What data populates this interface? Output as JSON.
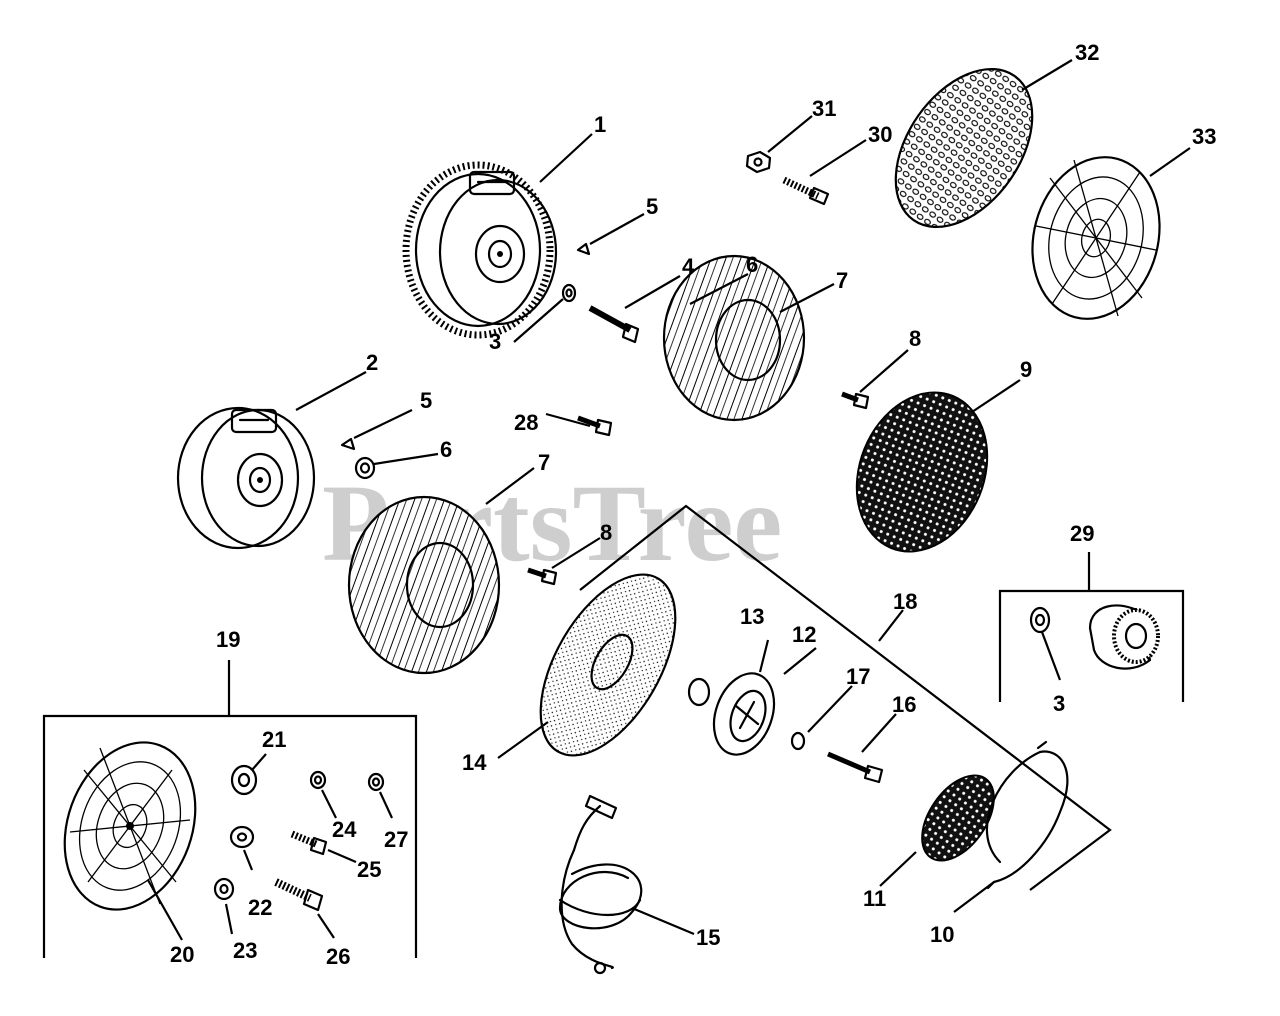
{
  "watermark": "PartsTree",
  "callouts": {
    "p1": "1",
    "p2": "2",
    "p3a": "3",
    "p3b": "3",
    "p4": "4",
    "p5a": "5",
    "p5b": "5",
    "p6a": "6",
    "p6b": "6",
    "p7a": "7",
    "p7b": "7",
    "p8a": "8",
    "p8b": "8",
    "p9": "9",
    "p10": "10",
    "p11": "11",
    "p12": "12",
    "p13": "13",
    "p14": "14",
    "p15": "15",
    "p16": "16",
    "p17": "17",
    "p18": "18",
    "p19": "19",
    "p20": "20",
    "p21": "21",
    "p22": "22",
    "p23": "23",
    "p24": "24",
    "p25": "25",
    "p26": "26",
    "p27": "27",
    "p28": "28",
    "p29": "29",
    "p30": "30",
    "p31": "31",
    "p32": "32",
    "p33": "33"
  }
}
